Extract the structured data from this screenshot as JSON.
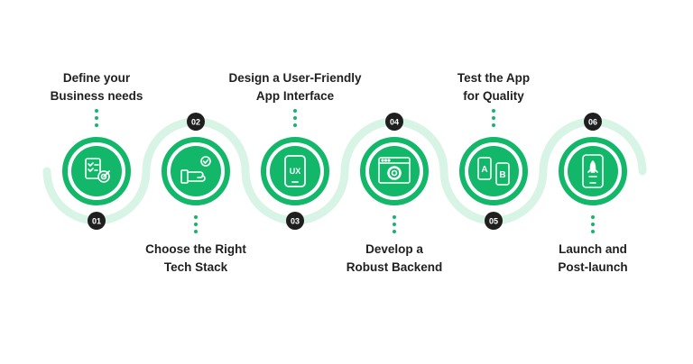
{
  "colors": {
    "primary": "#12b76a",
    "ring": "#d7f4e6",
    "badge": "#1f1f1f",
    "text": "#1f1f1f"
  },
  "steps": [
    {
      "number": "01",
      "line1": "Define your",
      "line2": "Business needs",
      "icon": "checklist-target-icon"
    },
    {
      "number": "02",
      "line1": "Choose the Right",
      "line2": "Tech Stack",
      "icon": "hand-checkmark-icon"
    },
    {
      "number": "03",
      "line1": "Design a User-Friendly",
      "line2": "App Interface",
      "icon": "ux-phone-icon",
      "icon_text": "UX"
    },
    {
      "number": "04",
      "line1": "Develop a",
      "line2": "Robust Backend",
      "icon": "browser-gear-icon"
    },
    {
      "number": "05",
      "line1": "Test the App",
      "line2": "for Quality",
      "icon": "ab-testing-icon",
      "icon_text_a": "A",
      "icon_text_b": "B"
    },
    {
      "number": "06",
      "line1": "Launch and",
      "line2": "Post-launch",
      "icon": "rocket-phone-icon"
    }
  ]
}
